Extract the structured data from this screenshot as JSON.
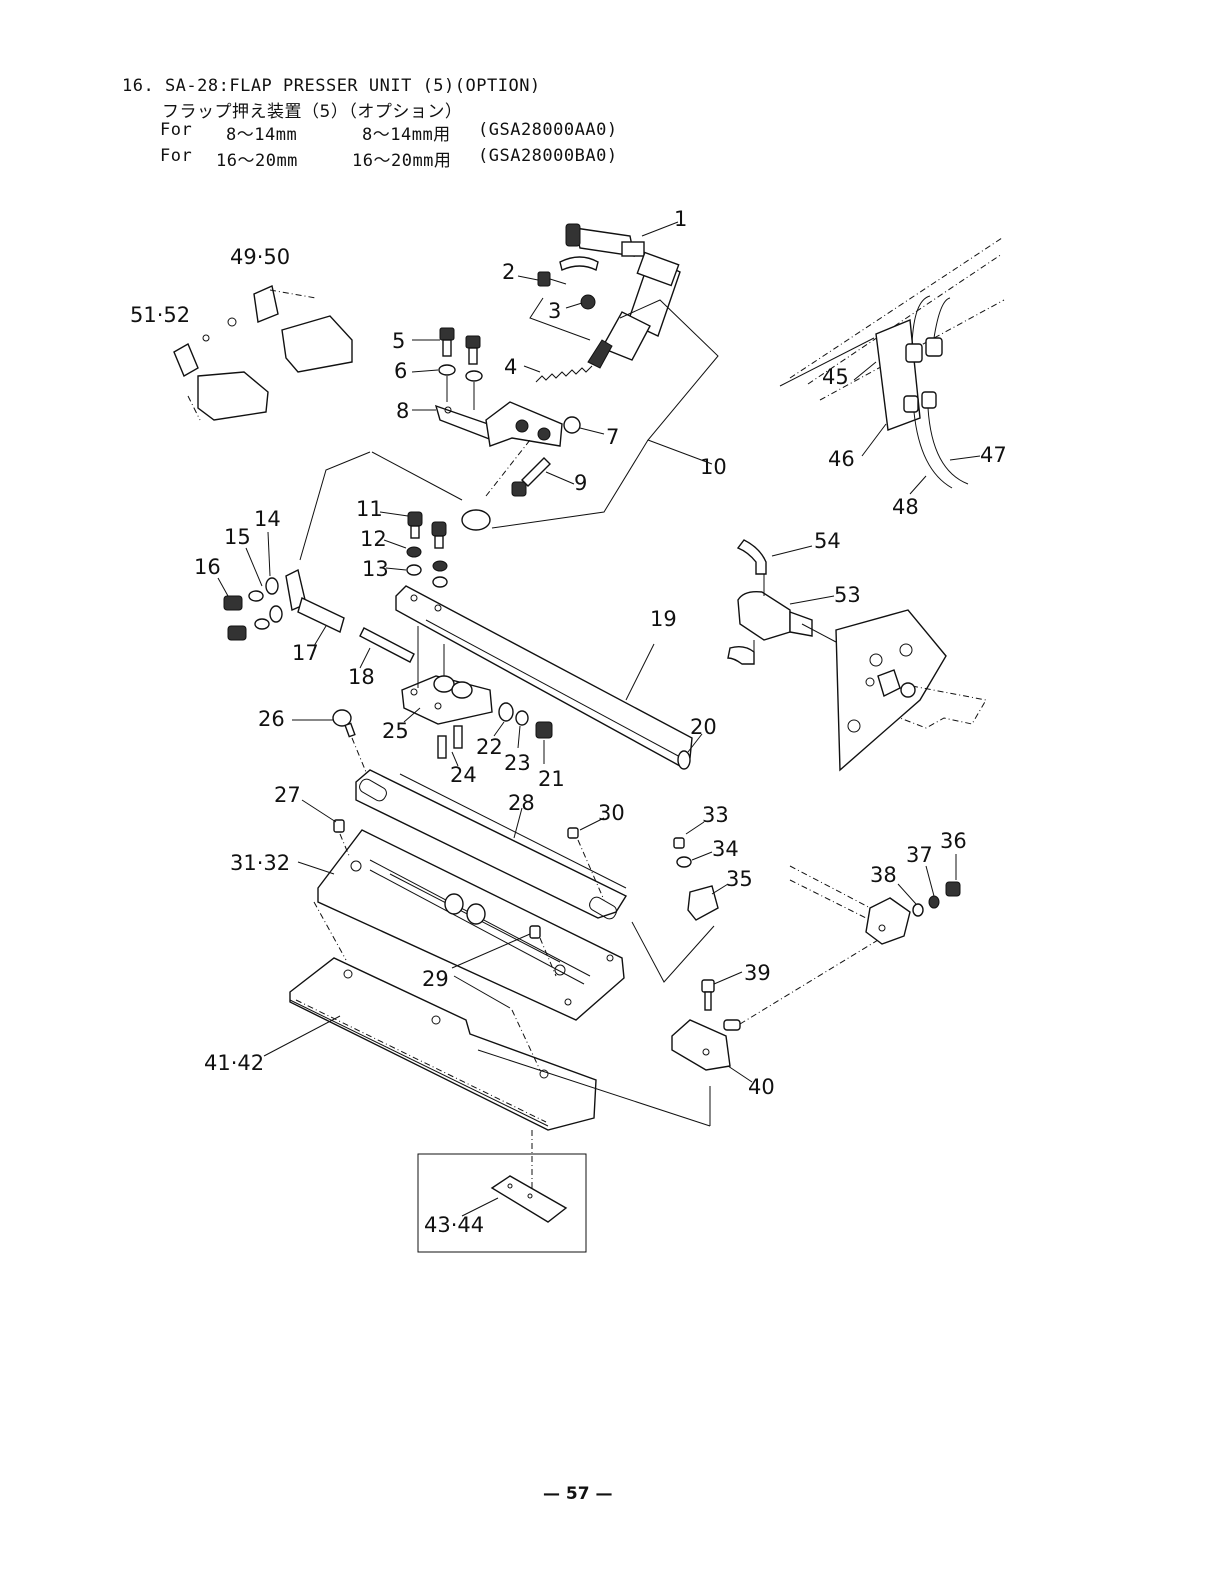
{
  "header": {
    "title": "16. SA-28:FLAP PRESSER UNIT (5)(OPTION)",
    "subtitle_jp": "フラップ押え装置（5）（オプション）",
    "rows": [
      {
        "for": "For",
        "range": "8～14mm",
        "range_jp": "8～14mm用",
        "code": "(GSA28000AA0)"
      },
      {
        "for": "For",
        "range": "16～20mm",
        "range_jp": "16～20mm用",
        "code": "(GSA28000BA0)"
      }
    ]
  },
  "labels": {
    "p1": "1",
    "p2": "2",
    "p3": "3",
    "p4": "4",
    "p5": "5",
    "p6": "6",
    "p7": "7",
    "p8": "8",
    "p9": "9",
    "p10": "10",
    "p11": "11",
    "p12": "12",
    "p13": "13",
    "p14": "14",
    "p15": "15",
    "p16": "16",
    "p17": "17",
    "p18": "18",
    "p19": "19",
    "p20": "20",
    "p21": "21",
    "p22": "22",
    "p23": "23",
    "p24": "24",
    "p25": "25",
    "p26": "26",
    "p27": "27",
    "p28": "28",
    "p29": "29",
    "p30": "30",
    "p3132": "31·32",
    "p33": "33",
    "p34": "34",
    "p35": "35",
    "p36": "36",
    "p37": "37",
    "p38": "38",
    "p39": "39",
    "p40": "40",
    "p4142": "41·42",
    "p4344": "43·44",
    "p45": "45",
    "p46": "46",
    "p47": "47",
    "p48": "48",
    "p4950": "49·50",
    "p5152": "51·52",
    "p53": "53",
    "p54": "54"
  },
  "page_number": "— 57 —"
}
